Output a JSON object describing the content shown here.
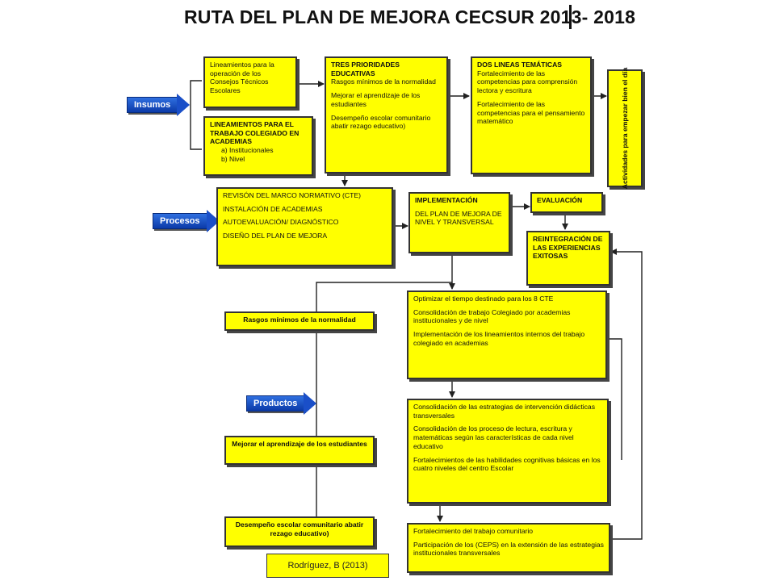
{
  "title": "RUTA DEL PLAN DE MEJORA CECSUR 2013- 2018",
  "tags": {
    "insumos": "Insumos",
    "procesos": "Procesos",
    "productos": "Productos"
  },
  "insumos": {
    "lineamientos_cte": "Lineamientos para la operación de los Consejos Técnicos Escolares",
    "academias_title": "LINEAMIENTOS PARA EL TRABAJO COLEGIADO EN ACADEMIAS",
    "academias_a": "a)   Institucionales",
    "academias_b": "b)   Nivel",
    "prioridades_title": "TRES PRIORIDADES EDUCATIVAS",
    "prioridades_1": "Rasgos mínimos de la normalidad",
    "prioridades_2": "Mejorar el aprendizaje de los estudiantes",
    "prioridades_3": "Desempeño escolar comunitario abatir rezago educativo)",
    "lineas_title": "DOS LINEAS TEMÁTICAS",
    "lineas_1": "Fortalecimiento de las competencias para comprensión lectora y escritura",
    "lineas_2": "Fortalecimiento de las competencias para el pensamiento matemático",
    "actividades": "Actividades para empezar bien el día"
  },
  "procesos": {
    "revision_1": "REVISÓN DEL MARCO NORMATIVO  (CTE)",
    "revision_2": "INSTALACIÓN  DE  ACADEMIAS",
    "revision_3": "AUTOEVALUACIÓN/ DIAGNÓSTICO",
    "revision_4": "DISEÑO  DEL PLAN DE MEJORA",
    "implementacion_title": "IMPLEMENTACIÓN",
    "implementacion_body": "DEL PLAN DE MEJORA DE NIVEL Y TRANSVERSAL",
    "evaluacion": "EVALUACIÓN",
    "reintegracion": "REINTEGRACIÓN DE LAS EXPERIENCIAS EXITOSAS"
  },
  "productos": {
    "rasgos": "Rasgos  mínimos de la normalidad",
    "mejorar": "Mejorar el aprendizaje de los estudiantes",
    "desempeno": "Desempeño escolar comunitario abatir rezago educativo)",
    "opt_1": "Optimizar el tiempo destinado para los 8 CTE",
    "opt_2": "Consolidación  de  trabajo Colegiado por academias  institucionales  y de nivel",
    "opt_3": "Implementación  de los lineamientos  internos del trabajo colegiado  en academias",
    "cons_1": "Consolidación  de   las estrategias de intervención didácticas transversales",
    "cons_2": "Consolidación  de  los proceso de lectura, escritura y matemáticas  según las características de cada nivel educativo",
    "cons_3": "Fortalecimientos de las habilidades cognitivas básicas en los cuatro niveles del centro Escolar",
    "com_1": "Fortalecimiento del trabajo comunitario",
    "com_2": "Participación de los (CEPS) en la extensión de las estrategias institucionales transversales"
  },
  "credit": "Rodríguez,  B (2013)"
}
